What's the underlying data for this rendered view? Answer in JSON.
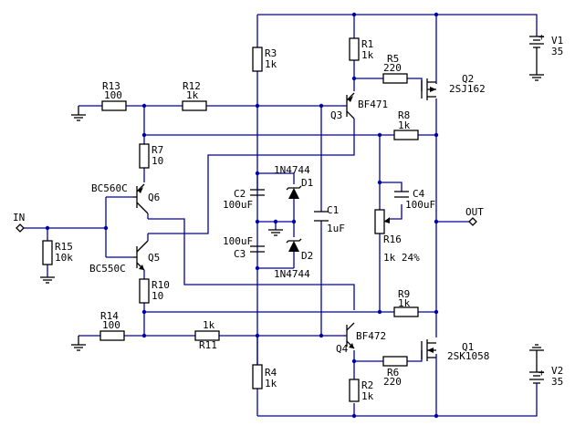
{
  "labels": {
    "v1": "V1",
    "v1_val": "35",
    "v2": "V2",
    "v2_val": "35",
    "r1": "R1",
    "r1_val": "1k",
    "r2": "R2",
    "r2_val": "1k",
    "r3": "R3",
    "r3_val": "1k",
    "r4": "R4",
    "r4_val": "1k",
    "r5": "R5",
    "r5_val": "220",
    "r6": "R6",
    "r6_val": "220",
    "r7": "R7",
    "r7_val": "10",
    "r8": "R8",
    "r8_val": "1k",
    "r9": "R9",
    "r9_val": "1k",
    "r10": "R10",
    "r10_val": "10",
    "r11": "R11",
    "r11_val": "1k",
    "r12": "R12",
    "r12_val": "1k",
    "r13": "R13",
    "r13_val": "100",
    "r14": "R14",
    "r14_val": "100",
    "r15": "R15",
    "r15_val": "10k",
    "r16": "R16",
    "r16_val": "1k 24%",
    "c1": "C1",
    "c1_val": "1uF",
    "c2": "C2",
    "c2_val": "100uF",
    "c3": "C3",
    "c3_val": "100uF",
    "c4": "C4",
    "c4_val": "100uF",
    "d1": "D1",
    "d1_type": "1N4744",
    "d2": "D2",
    "d2_type": "1N4744",
    "q1": "Q1",
    "q1_type": "2SK1058",
    "q2": "Q2",
    "q2_type": "2SJ162",
    "q3": "Q3",
    "q3_type": "BF471",
    "q4": "Q4",
    "q4_type": "BF472",
    "q5": "Q5",
    "q5_type": "BC550C",
    "q6": "Q6",
    "q6_type": "BC560C",
    "in": "IN",
    "out": "OUT",
    "plus": "+"
  }
}
